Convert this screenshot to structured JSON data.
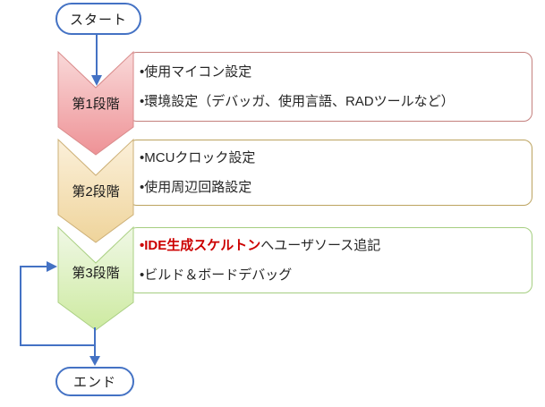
{
  "flow": {
    "start_label": "スタート",
    "end_label": "エンド"
  },
  "stages": [
    {
      "label": "第1段階",
      "items": [
        {
          "text": "•使用マイコン設定"
        },
        {
          "text": "•環境設定（デバッガ、使用言語、RADツールなど）"
        }
      ]
    },
    {
      "label": "第2段階",
      "items": [
        {
          "text": "•MCUクロック設定"
        },
        {
          "text": "•使用周辺回路設定"
        }
      ]
    },
    {
      "label": "第3段階",
      "items": [
        {
          "highlight": "•IDE生成スケルトン",
          "rest": "へユーザソース追記"
        },
        {
          "text": "•ビルド＆ボードデバッグ"
        }
      ]
    }
  ],
  "colors": {
    "connector-blue": "#4472C4",
    "stage1-fill-top": "#F9D9D9",
    "stage1-fill-bottom": "#EE9296",
    "stage1-border": "#D98B8B",
    "stage2-fill-top": "#FBF0DA",
    "stage2-fill-bottom": "#EFD49B",
    "stage2-border": "#CDB077",
    "stage3-fill-top": "#F0F8E6",
    "stage3-fill-bottom": "#CDEAA0",
    "stage3-border": "#ABD084",
    "box1-border": "#C4807E",
    "box2-border": "#BCA35F",
    "box3-border": "#A5CE80",
    "highlight-red": "#CC0000",
    "text": "#262626"
  }
}
